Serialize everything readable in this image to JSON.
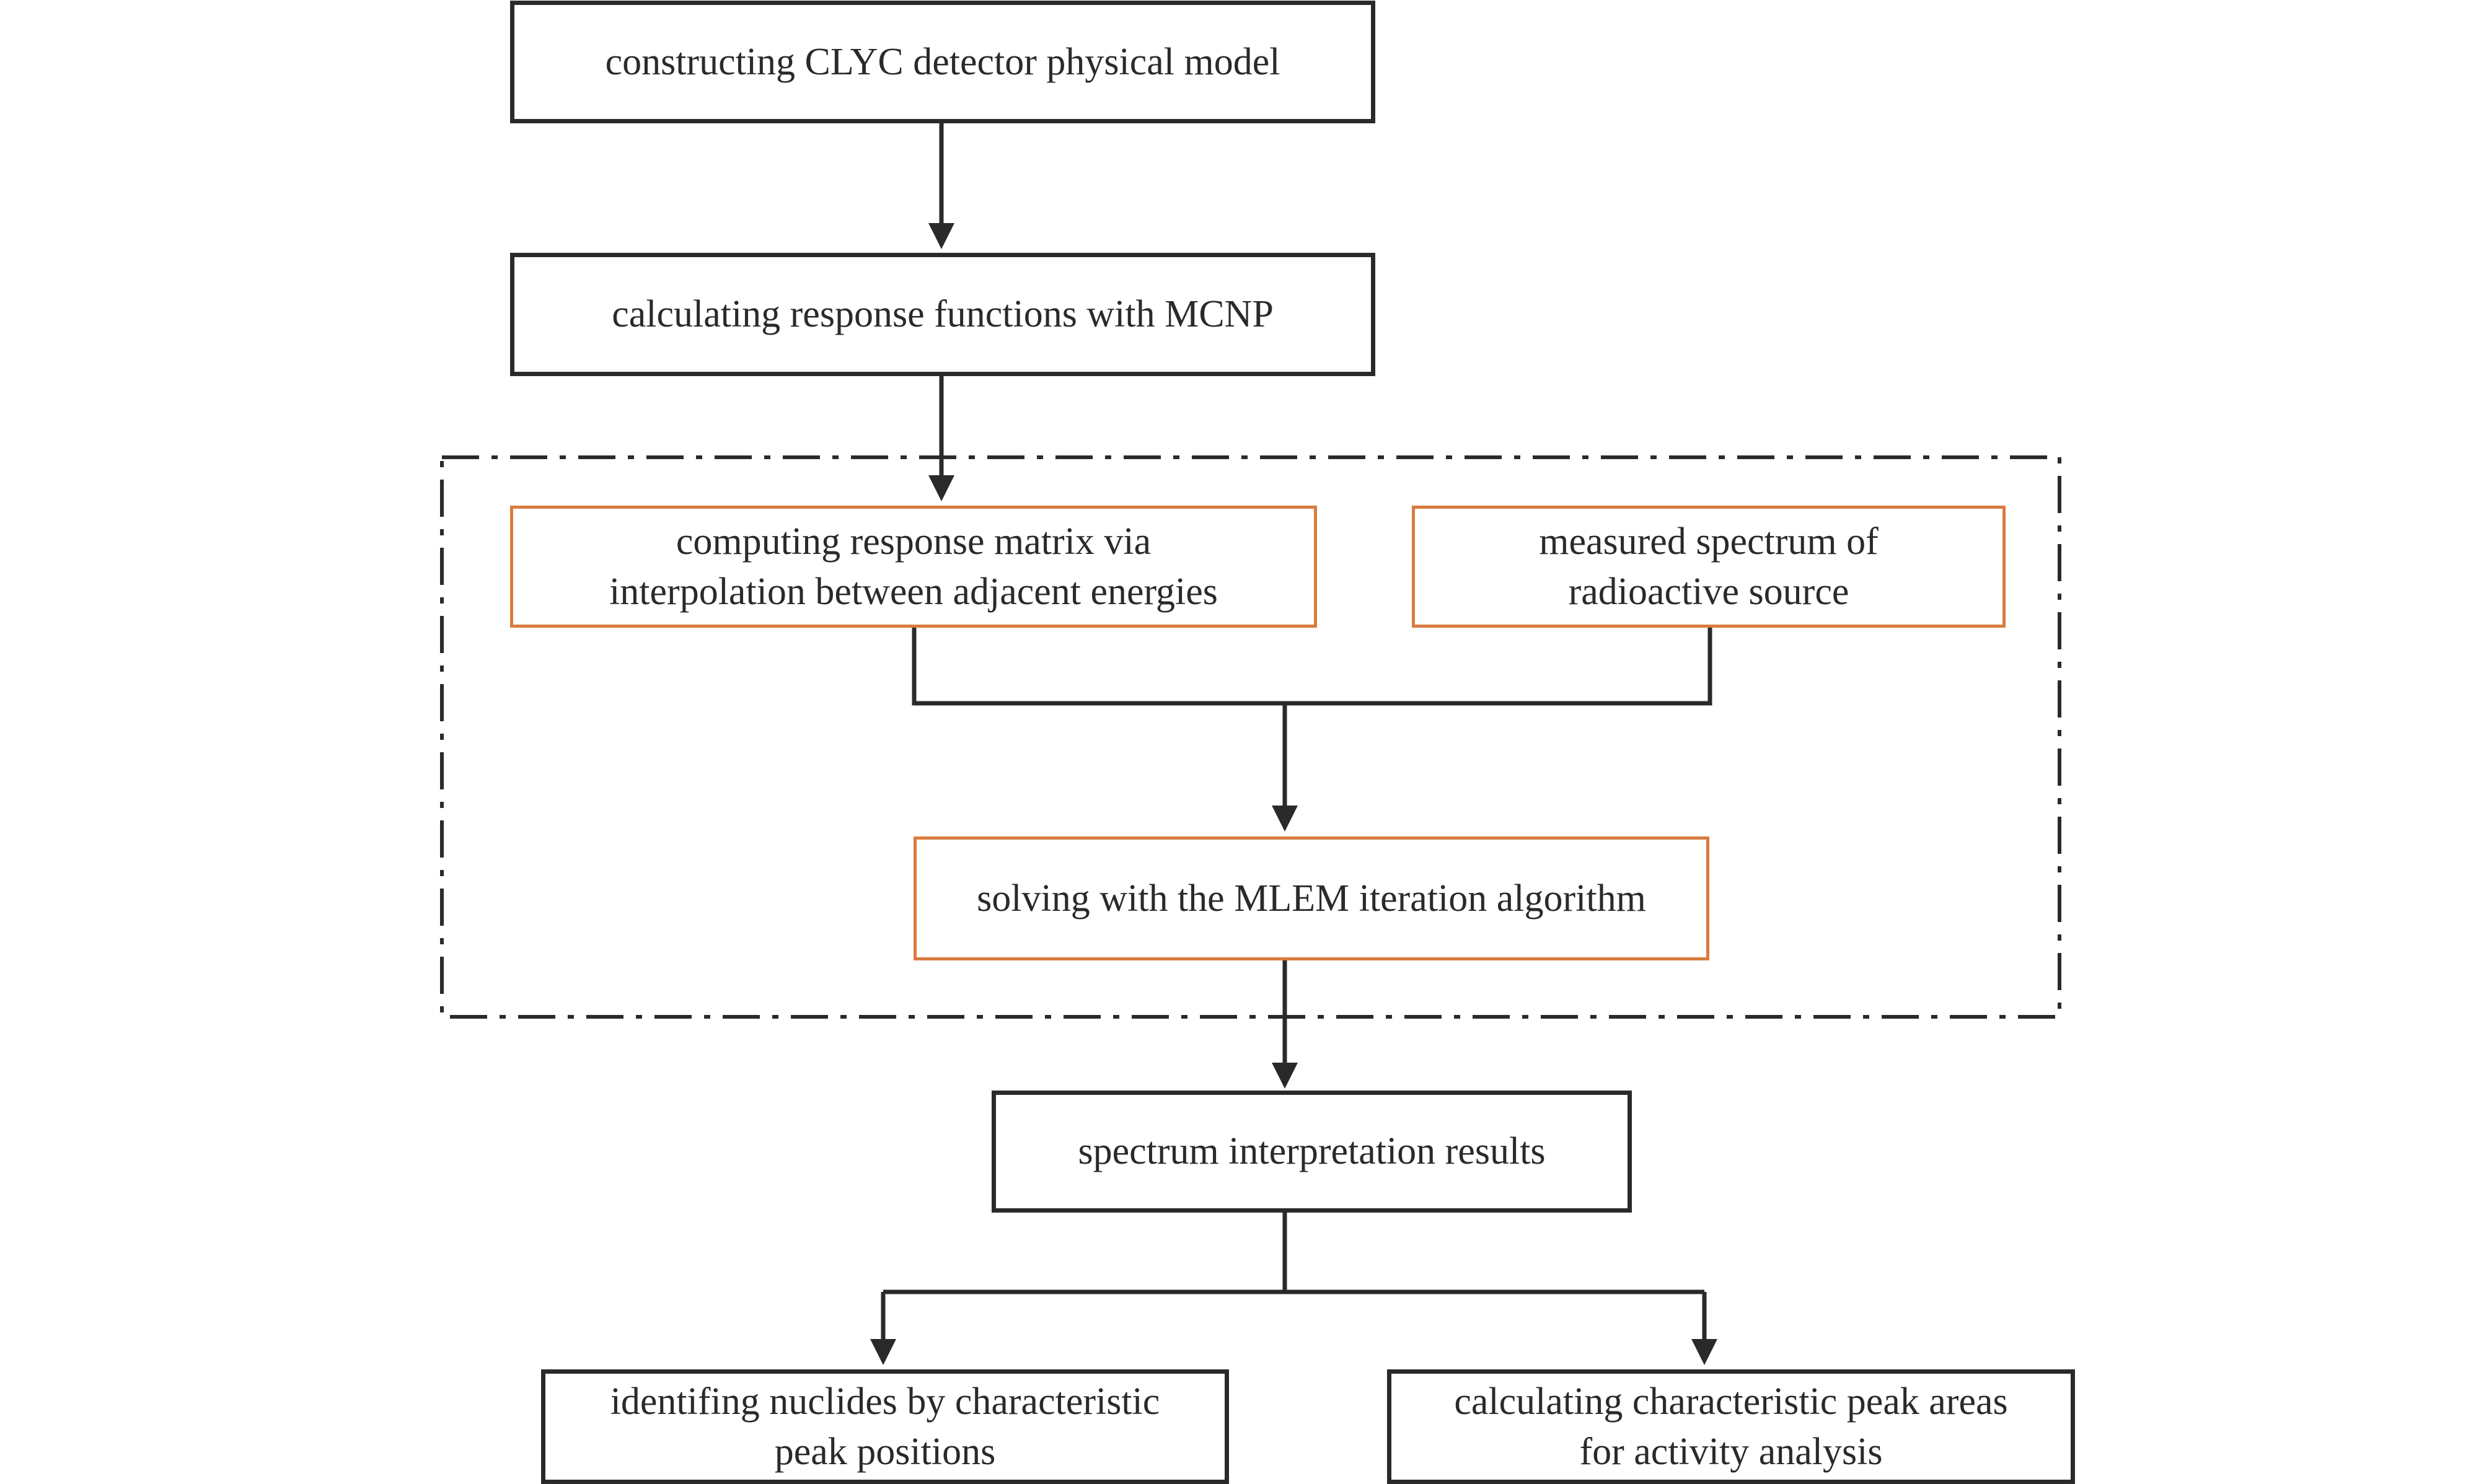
{
  "colors": {
    "line": "#2a2a2a",
    "orange_border": "#d97b3e",
    "background": "#ffffff"
  },
  "nodes": {
    "model": "constructing CLYC detector physical model",
    "mcnp": "calculating response functions with MCNP",
    "matrix": "computing response matrix via\ninterpolation between adjacent energies",
    "measured": "measured spectrum of\nradioactive source",
    "mlem": "solving with the MLEM iteration algorithm",
    "results": "spectrum interpretation results",
    "identify": "identifing nuclides by characteristic\npeak positions",
    "peak_areas": "calculating characteristic peak areas\nfor activity analysis"
  }
}
